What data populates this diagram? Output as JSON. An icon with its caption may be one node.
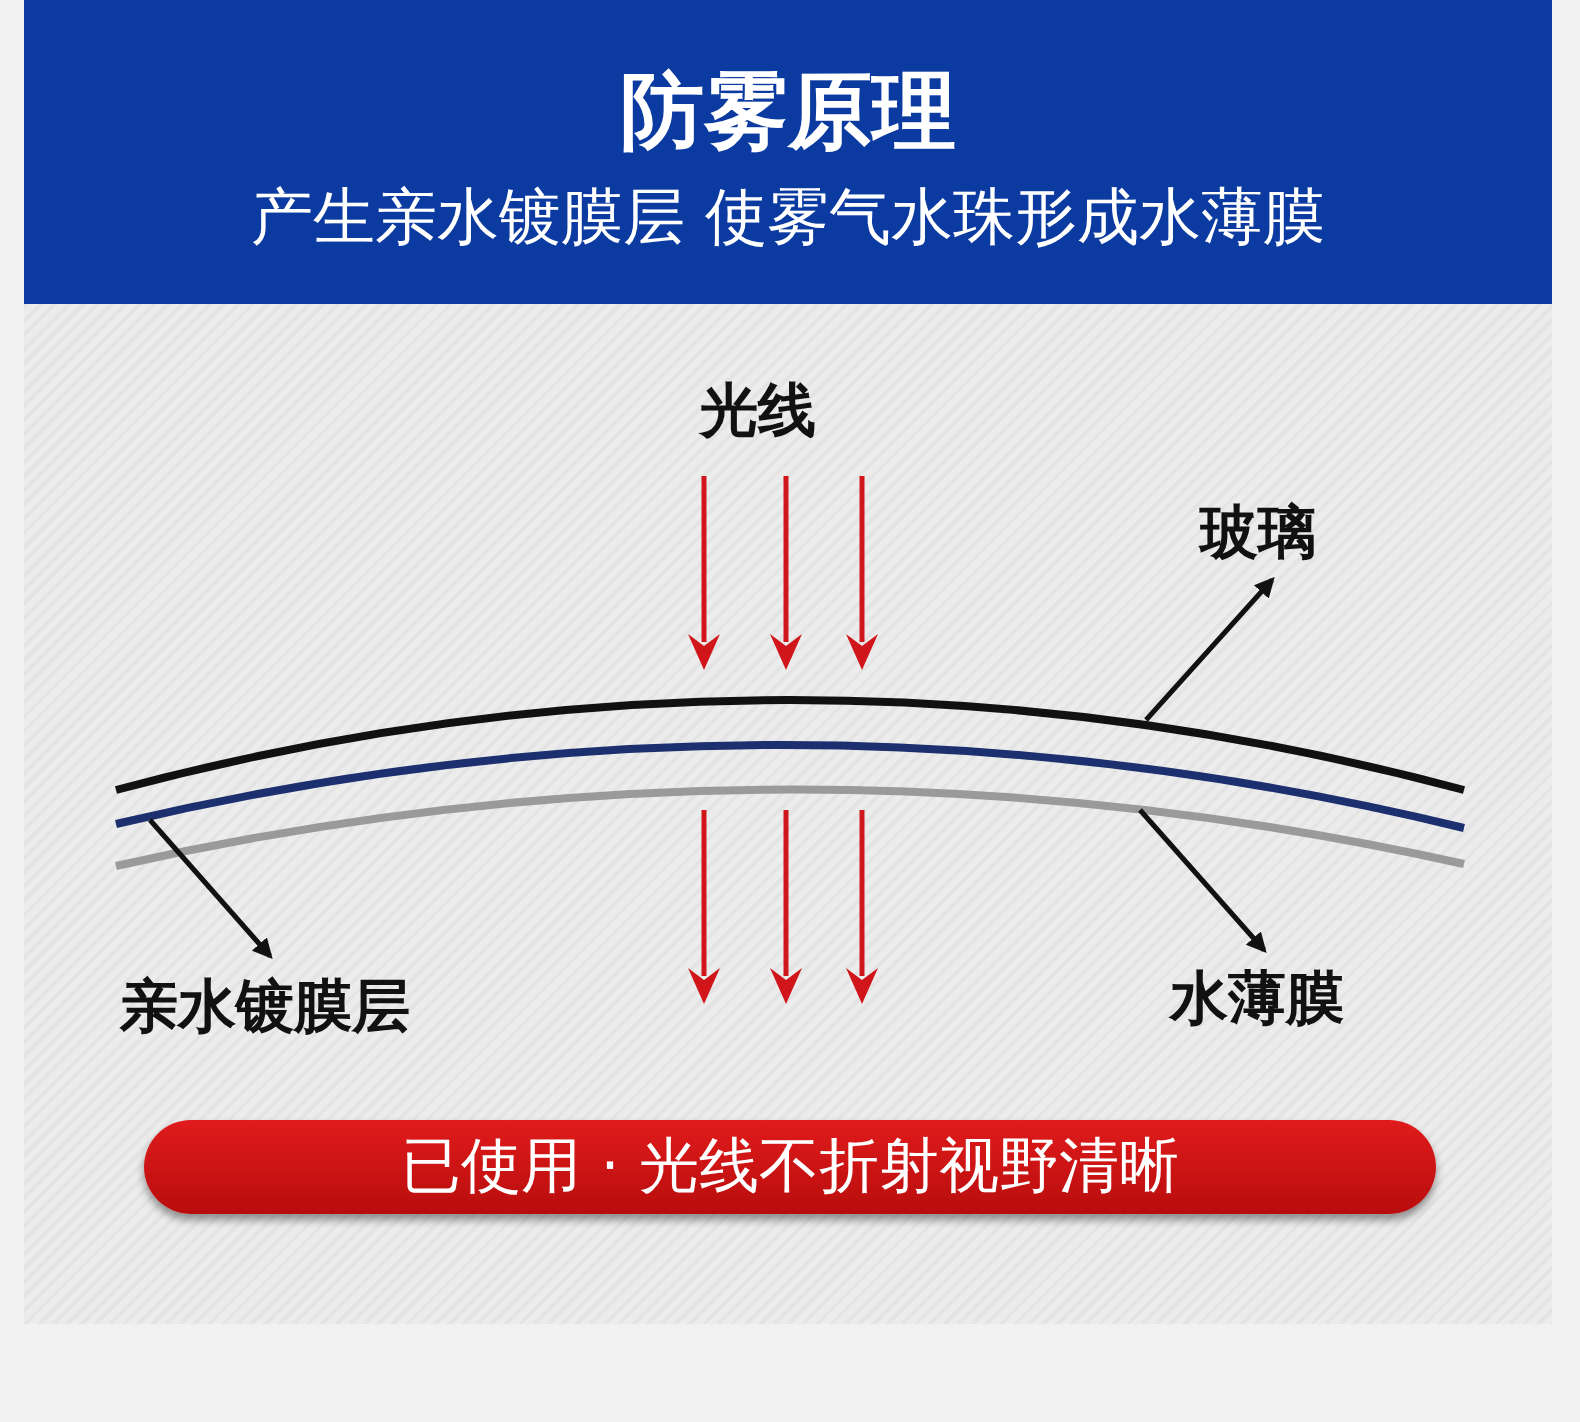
{
  "diagram": {
    "title": "防雾原理",
    "nodes": [
      {
        "text": [],
        "shape": "line"
      },
      {
        "text": [],
        "shape": "line"
      },
      {
        "text": [],
        "shape": "line"
      },
      {
        "text": [
          "玻璃"
        ]
      },
      {
        "text": [
          "亲水镀膜层"
        ]
      },
      {
        "text": [
          "水薄膜"
        ]
      },
      {
        "text": [
          "已使用 · 光线不折射视野清晰"
        ]
      }
    ],
    "edges": [
      {
        "from": 0,
        "to": 3,
        "arrow": "to"
      },
      {
        "from": 1,
        "to": 4,
        "arrow": "to"
      },
      {
        "from": 2,
        "to": 5,
        "arrow": "to"
      }
    ],
    "labels": [
      "产生亲水镀膜层 使雾气水珠形成水薄膜",
      "光线"
    ]
  }
}
